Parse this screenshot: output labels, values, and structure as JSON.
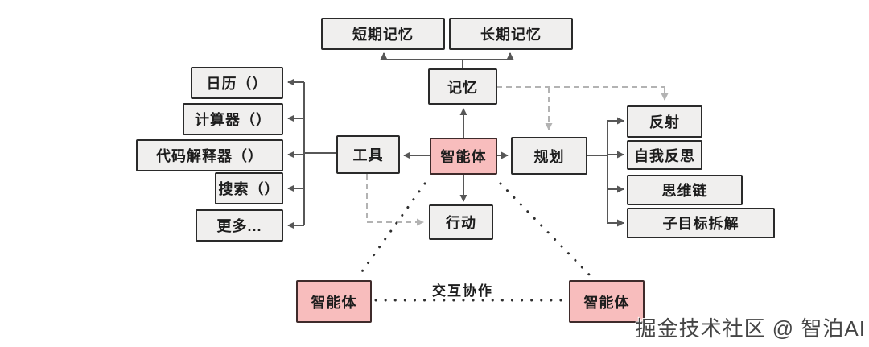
{
  "diagram": {
    "nodes": {
      "short_term_memory": {
        "label": "短期记忆"
      },
      "long_term_memory": {
        "label": "长期记忆"
      },
      "memory": {
        "label": "记忆"
      },
      "calendar": {
        "label": "日历（）"
      },
      "calculator": {
        "label": "计算器（）"
      },
      "code_interpreter": {
        "label": "代码解释器（）"
      },
      "search": {
        "label": "搜索（）"
      },
      "more": {
        "label": "更多..."
      },
      "tools": {
        "label": "工具"
      },
      "agent": {
        "label": "智能体"
      },
      "planning": {
        "label": "规划"
      },
      "action": {
        "label": "行动"
      },
      "reflection": {
        "label": "反射"
      },
      "self_reflection": {
        "label": "自我反思"
      },
      "chain_of_thought": {
        "label": "思维链"
      },
      "subgoal_decomposition": {
        "label": "子目标拆解"
      },
      "agent_bottom_left": {
        "label": "智能体"
      },
      "agent_bottom_right": {
        "label": "智能体"
      }
    },
    "edge_labels": {
      "collaboration": "交互协作"
    },
    "watermark": "掘金技术社区 @ 智泊AI",
    "colors": {
      "box_fill": "#f0efee",
      "box_border": "#2a2a2a",
      "agent_fill": "#f8bdbd",
      "agent_border": "#3f2b2b",
      "solid_line": "#575757",
      "dashed_line": "#b3b3b3",
      "dotted_line": "#2f2f2f",
      "text": "#1d1d1d",
      "watermark_text": "#454545"
    }
  }
}
